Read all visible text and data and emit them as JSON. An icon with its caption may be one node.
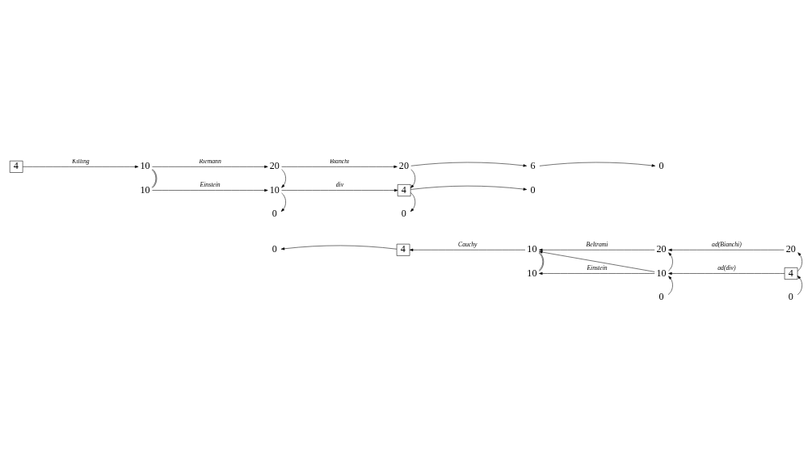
{
  "diagram": {
    "nodes": [
      {
        "text": [
          "4"
        ]
      },
      {
        "text": [
          "10"
        ]
      },
      {
        "text": [
          "20"
        ]
      },
      {
        "text": [
          "20"
        ]
      },
      {
        "text": [
          "6"
        ]
      },
      {
        "text": [
          "0"
        ]
      },
      {
        "text": [
          "10"
        ]
      },
      {
        "text": [
          "10"
        ]
      },
      {
        "text": [
          "4"
        ]
      },
      {
        "text": [
          "0"
        ]
      },
      {
        "text": [
          "0"
        ]
      },
      {
        "text": [
          "0"
        ]
      },
      {
        "text": [
          "0"
        ]
      },
      {
        "text": [
          "4"
        ]
      },
      {
        "text": [
          "10"
        ]
      },
      {
        "text": [
          "20"
        ]
      },
      {
        "text": [
          "20"
        ]
      },
      {
        "text": [
          "10"
        ]
      },
      {
        "text": [
          "10"
        ]
      },
      {
        "text": [
          "4"
        ]
      },
      {
        "text": [
          "0"
        ]
      },
      {
        "text": [
          "0"
        ]
      }
    ],
    "edges": [
      {
        "from": 0,
        "to": 1,
        "arrow": "to",
        "label": "Killing"
      },
      {
        "from": 1,
        "to": 2,
        "arrow": "to",
        "label": "Riemann"
      },
      {
        "from": 2,
        "to": 3,
        "arrow": "to",
        "label": "Bianchi"
      },
      {
        "from": 3,
        "to": 4,
        "arrow": "to"
      },
      {
        "from": 4,
        "to": 5,
        "arrow": "to"
      },
      {
        "from": 1,
        "to": 6,
        "arrow": "none"
      },
      {
        "from": 2,
        "to": 7,
        "arrow": "to"
      },
      {
        "from": 3,
        "to": 8,
        "arrow": "to"
      },
      {
        "from": 6,
        "to": 7,
        "arrow": "to",
        "label": "Einstein"
      },
      {
        "from": 7,
        "to": 8,
        "arrow": "to",
        "label": "div"
      },
      {
        "from": 8,
        "to": 9,
        "arrow": "to"
      },
      {
        "from": 7,
        "to": 10,
        "arrow": "to"
      },
      {
        "from": 8,
        "to": 11,
        "arrow": "to"
      },
      {
        "from": 13,
        "to": 12,
        "arrow": "to"
      },
      {
        "from": 14,
        "to": 13,
        "arrow": "to",
        "label": "Cauchy"
      },
      {
        "from": 15,
        "to": 14,
        "arrow": "to",
        "label": "Beltrami"
      },
      {
        "from": 16,
        "to": 15,
        "arrow": "to",
        "label": "ad(Bianchi)"
      },
      {
        "from": 14,
        "to": 17,
        "arrow": "none"
      },
      {
        "from": 18,
        "to": 14,
        "arrow": "to"
      },
      {
        "from": 18,
        "to": 15,
        "arrow": "to"
      },
      {
        "from": 19,
        "to": 16,
        "arrow": "to"
      },
      {
        "from": 18,
        "to": 17,
        "arrow": "to",
        "label": "Einstein"
      },
      {
        "from": 19,
        "to": 18,
        "arrow": "to",
        "label": "ad(div)"
      },
      {
        "from": 20,
        "to": 18,
        "arrow": "to"
      },
      {
        "from": 21,
        "to": 19,
        "arrow": "to"
      }
    ]
  }
}
